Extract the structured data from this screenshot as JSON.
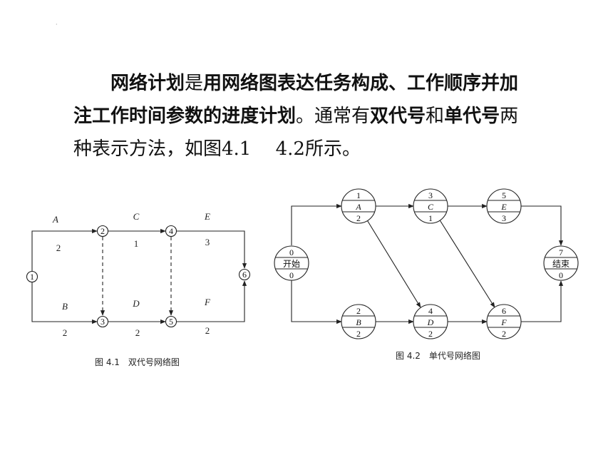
{
  "paragraph": {
    "p1_bold": "网络计划",
    "p2": "是",
    "p3_bold": "用网络图表达任务构成、工作顺序并加注工作时间参数的进度计划",
    "p4": "。通常有",
    "p5_bold": "双代号",
    "p6": "和",
    "p7_bold": "单代号",
    "p8": "两种表示方法，如图4.1　 4.2所示。"
  },
  "fig1": {
    "caption": "图 4.1　双代号网络图",
    "nodes": [
      "1",
      "2",
      "3",
      "4",
      "5",
      "6"
    ],
    "activities": [
      {
        "name": "A",
        "duration": "2"
      },
      {
        "name": "B",
        "duration": "2"
      },
      {
        "name": "C",
        "duration": "1"
      },
      {
        "name": "D",
        "duration": "2"
      },
      {
        "name": "E",
        "duration": "3"
      },
      {
        "name": "F",
        "duration": "2"
      }
    ]
  },
  "fig2": {
    "caption": "图 4.2　单代号网络图",
    "nodes": [
      {
        "num": "0",
        "name": "开始",
        "dur": "0"
      },
      {
        "num": "1",
        "name": "A",
        "dur": "2"
      },
      {
        "num": "3",
        "name": "C",
        "dur": "1"
      },
      {
        "num": "5",
        "name": "E",
        "dur": "3"
      },
      {
        "num": "7",
        "name": "结束",
        "dur": "0"
      },
      {
        "num": "2",
        "name": "B",
        "dur": "2"
      },
      {
        "num": "4",
        "name": "D",
        "dur": "2"
      },
      {
        "num": "6",
        "name": "F",
        "dur": "2"
      }
    ]
  }
}
